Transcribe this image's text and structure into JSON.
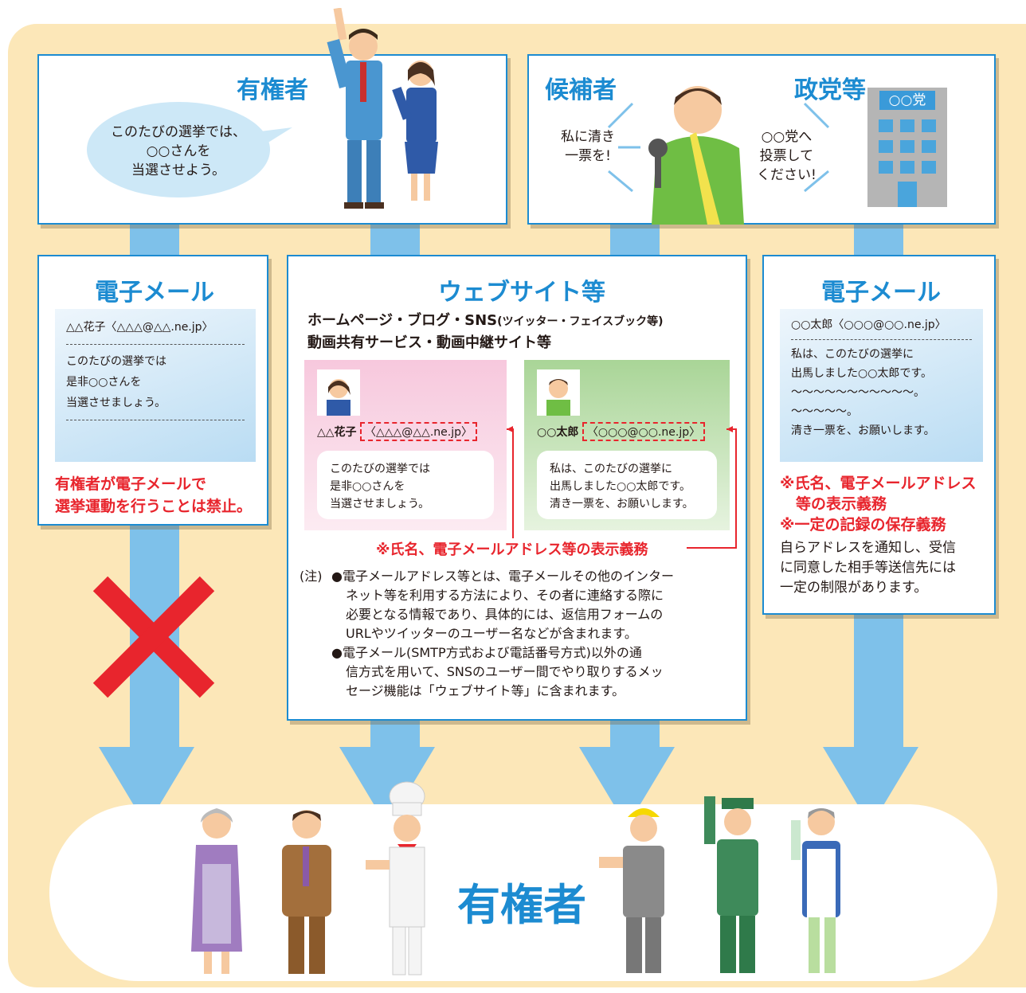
{
  "voters_top": {
    "title": "有権者",
    "speech": [
      "このたびの選挙では、",
      "○○さんを",
      "当選させよう。"
    ]
  },
  "candidate": {
    "title": "候補者",
    "speech": [
      "私に清き",
      "一票を!"
    ]
  },
  "party": {
    "title": "政党等",
    "sign": "○○党",
    "speech": [
      "○○党へ",
      "投票して",
      "ください!"
    ]
  },
  "email_left": {
    "title": "電子メール",
    "from": "△△花子〈△△△@△△.ne.jp〉",
    "body": [
      "このたびの選挙では",
      "是非○○さんを",
      "当選させましょう。"
    ],
    "warning": [
      "有権者が電子メールで",
      "選挙運動を行うことは禁止。"
    ]
  },
  "website": {
    "title": "ウェブサイト等",
    "line1_main": "ホームページ・ブログ・SNS",
    "line1_sub": "(ツイッター・フェイスブック等)",
    "line2": "動画共有サービス・動画中継サイト等",
    "post_left": {
      "name": "△△花子",
      "address": "〈△△△@△△.ne.jp〉",
      "body": [
        "このたびの選挙では",
        "是非○○さんを",
        "当選させましょう。"
      ]
    },
    "post_right": {
      "name": "○○太郎",
      "address": "〈○○○@○○.ne.jp〉",
      "body": [
        "私は、このたびの選挙に",
        "出馬しました○○太郎です。",
        "清き一票を、お願いします。"
      ]
    },
    "obligation": "※氏名、電子メールアドレス等の表示義務",
    "note_prefix": "(注)",
    "note1": [
      "●電子メールアドレス等とは、電子メールその他のインター",
      "ネット等を利用する方法により、その者に連絡する際に",
      "必要となる情報であり、具体的には、返信用フォームの",
      "URLやツイッターのユーザー名などが含まれます。"
    ],
    "note2": [
      "●電子メール(SMTP方式および電話番号方式)以外の通",
      "信方式を用いて、SNSのユーザー間でやり取りするメッ",
      "セージ機能は「ウェブサイト等」に含まれます。"
    ]
  },
  "email_right": {
    "title": "電子メール",
    "from": "○○太郎〈○○○@○○.ne.jp〉",
    "body": [
      "私は、このたびの選挙に",
      "出馬しました○○太郎です。",
      "〜〜〜〜〜〜〜〜〜〜〜。",
      "〜〜〜〜〜。",
      "清き一票を、お願いします。"
    ],
    "obligation1": [
      "※氏名、電子メールアドレス",
      "等の表示義務"
    ],
    "obligation2": "※一定の記録の保存義務",
    "note": [
      "自らアドレスを通知し、受信",
      "に同意した相手等送信先には",
      "一定の制限があります。"
    ]
  },
  "voters_bottom": {
    "title": "有権者"
  },
  "colors": {
    "accent_blue": "#1c8bd1",
    "warning_red": "#e8252d",
    "background": "#fce7b8",
    "arrow": "#7ec1ea"
  }
}
